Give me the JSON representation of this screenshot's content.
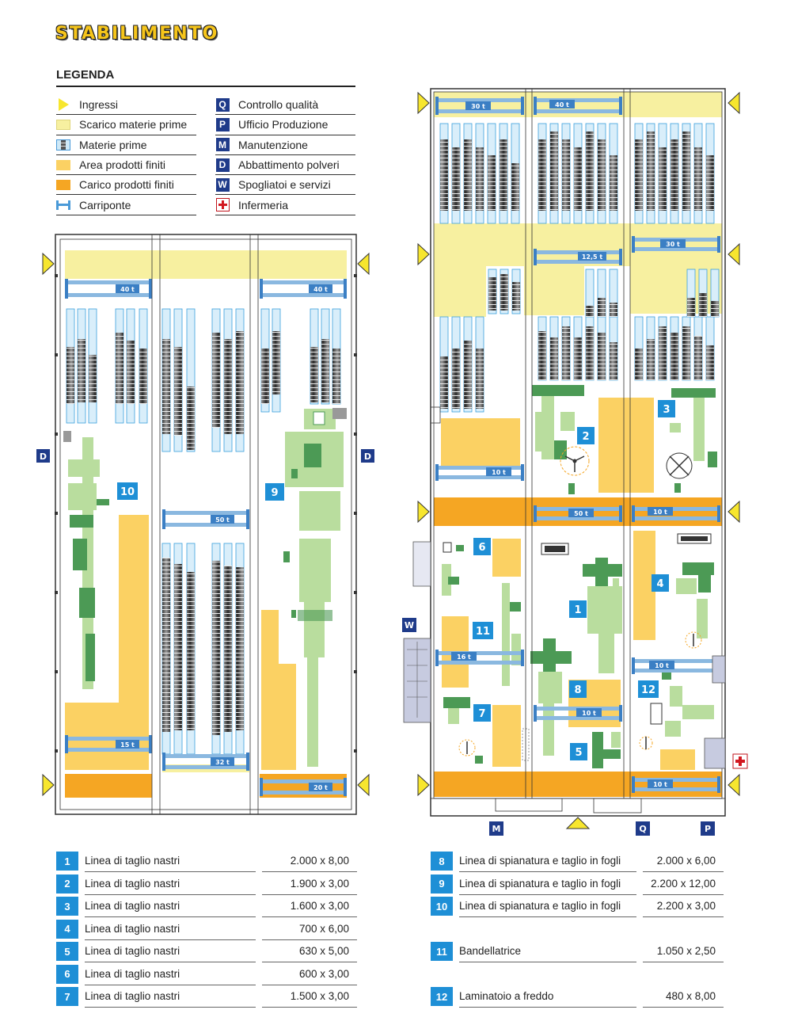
{
  "title": "STABILIMENTO",
  "legend": {
    "title": "LEGENDA",
    "left": [
      {
        "label": "Ingressi",
        "symbol": "yellow-triangle"
      },
      {
        "label": "Scarico materie prime",
        "symbol": "pale-yellow-box",
        "color": "#f7f0a0"
      },
      {
        "label": "Materie prime",
        "symbol": "coil-stack-icon"
      },
      {
        "label": "Area prodotti finiti",
        "symbol": "yellow-box",
        "color": "#fbd163"
      },
      {
        "label": "Carico prodotti finiti",
        "symbol": "orange-box",
        "color": "#f5a623"
      },
      {
        "label": "Carriponte",
        "symbol": "crane-icon",
        "color": "#4a9ad8"
      }
    ],
    "right": [
      {
        "label": "Controllo qualità",
        "letter": "Q"
      },
      {
        "label": "Ufficio Produzione",
        "letter": "P"
      },
      {
        "label": "Manutenzione",
        "letter": "M"
      },
      {
        "label": "Abbattimento polveri",
        "letter": "D"
      },
      {
        "label": "Spogliatoi e servizi",
        "letter": "W"
      },
      {
        "label": "Infermeria",
        "symbol": "red-cross-icon"
      }
    ]
  },
  "colors": {
    "unload": "#f7f0a0",
    "finished": "#fbd163",
    "loading": "#f5a623",
    "crane": "#8ab8e0",
    "crane_label_bg": "#3b7fc4",
    "raw_stack": "#cfe9f7",
    "machine_light": "#b9dd9e",
    "machine_dark": "#4c9a55",
    "badge": "#1e8fd6",
    "service": "#1f3b8a"
  },
  "plan_left": {
    "cranes": [
      "40 t",
      "40 t",
      "50 t",
      "15 t",
      "32 t",
      "20 t"
    ],
    "labels": {
      "D_left": "D",
      "D_right": "D"
    },
    "machines": [
      "10",
      "9"
    ]
  },
  "plan_right": {
    "cranes": [
      "30 t",
      "40 t",
      "12,5 t",
      "30 t",
      "10 t",
      "50 t",
      "10 t",
      "16 t",
      "10 t",
      "10 t",
      "10 t"
    ],
    "machines": [
      "2",
      "3",
      "6",
      "1",
      "4",
      "11",
      "8",
      "12",
      "7",
      "5"
    ],
    "services": [
      "W",
      "M",
      "Q",
      "P"
    ]
  },
  "spec_left": [
    {
      "num": "1",
      "name": "Linea di taglio nastri",
      "size": "2.000  x  8,00"
    },
    {
      "num": "2",
      "name": "Linea di taglio nastri",
      "size": "1.900  x  3,00"
    },
    {
      "num": "3",
      "name": "Linea di taglio nastri",
      "size": "1.600  x  3,00"
    },
    {
      "num": "4",
      "name": "Linea di taglio nastri",
      "size": "700  x  6,00"
    },
    {
      "num": "5",
      "name": "Linea di taglio nastri",
      "size": "630  x  5,00"
    },
    {
      "num": "6",
      "name": "Linea di taglio nastri",
      "size": "600  x  3,00"
    },
    {
      "num": "7",
      "name": "Linea di taglio nastri",
      "size": "1.500  x  3,00"
    }
  ],
  "spec_right": [
    {
      "num": "8",
      "name": "Linea di spianatura e taglio in fogli",
      "size": "2.000  x  6,00"
    },
    {
      "num": "9",
      "name": "Linea di spianatura e taglio in fogli",
      "size": "2.200  x 12,00"
    },
    {
      "num": "10",
      "name": "Linea di spianatura e taglio in fogli",
      "size": "2.200  x  3,00"
    },
    {
      "num": "",
      "name": "",
      "size": ""
    },
    {
      "num": "11",
      "name": "Bandellatrice",
      "size": "1.050  x  2,50"
    },
    {
      "num": "",
      "name": "",
      "size": ""
    },
    {
      "num": "12",
      "name": "Laminatoio a freddo",
      "size": "480  x  8,00"
    }
  ]
}
